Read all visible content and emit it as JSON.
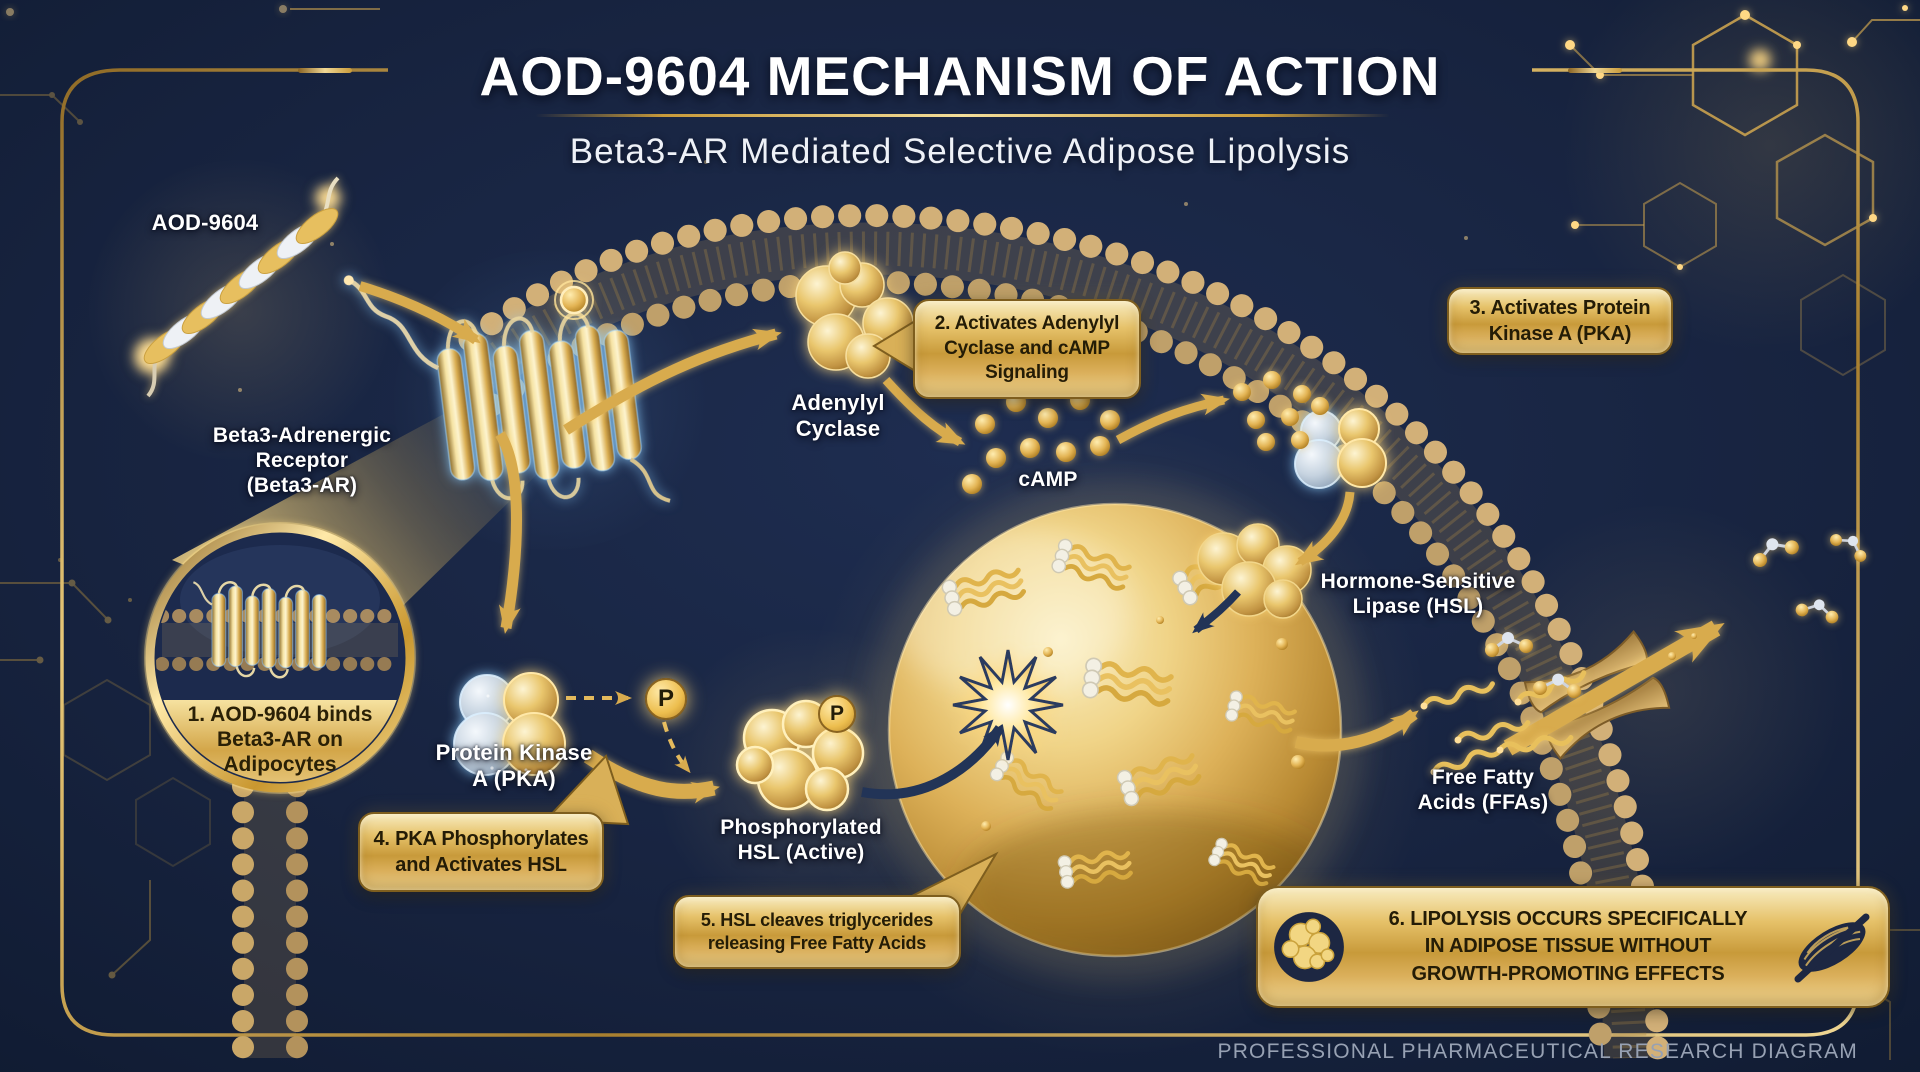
{
  "header": {
    "title": "AOD-9604 MECHANISM OF ACTION",
    "subtitle": "Beta3-AR Mediated Selective Adipose Lipolysis"
  },
  "labels": {
    "peptide": "AOD-9604",
    "receptor": "Beta3-Adrenergic\nReceptor\n(Beta3-AR)",
    "adenylyl_cyclase": "Adenylyl\nCyclase",
    "camp": "cAMP",
    "hsl": "Hormone-Sensitive\nLipase (HSL)",
    "pka": "Protein Kinase\nA (PKA)",
    "phospho_hsl": "Phosphorylated\nHSL (Active)",
    "ffa": "Free Fatty\nAcids (FFAs)",
    "phosphate": "P"
  },
  "steps": {
    "step1": "1. AOD-9604 binds\nBeta3-AR on\nAdipocytes",
    "step2": "2. Activates Adenylyl\nCyclase and cAMP\nSignaling",
    "step3": "3. Activates Protein\nKinase A (PKA)",
    "step4": "4. PKA Phosphorylates\nand Activates HSL",
    "step5": "5. HSL cleaves triglycerides\nreleasing Free Fatty Acids",
    "step6": "6. LIPOLYSIS OCCURS SPECIFICALLY\nIN ADIPOSE TISSUE WITHOUT\nGROWTH-PROMOTING EFFECTS"
  },
  "footer": {
    "credit": "PROFESSIONAL PHARMACEUTICAL RESEARCH DIAGRAM"
  },
  "colors": {
    "background": "#16213C",
    "gold": "#D4A94A",
    "gold_light": "#F3DE9A",
    "navy_dark": "#0F1A31",
    "text_light": "#FFFFFF",
    "badge_text": "#241C06"
  }
}
